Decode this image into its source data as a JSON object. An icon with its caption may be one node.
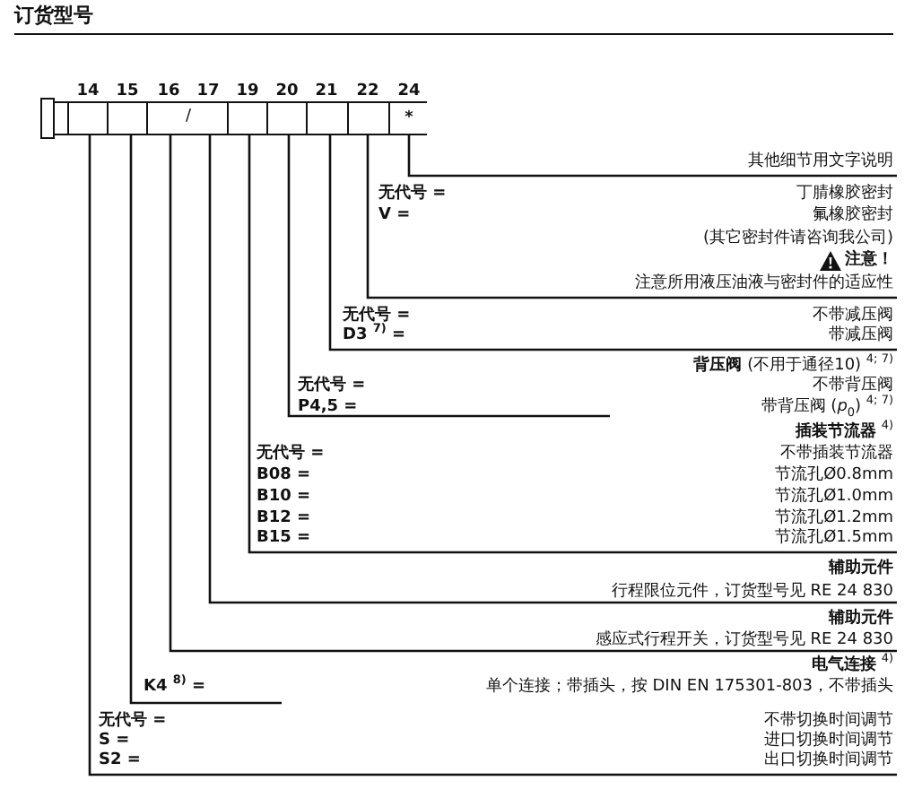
{
  "diagram": {
    "title": "订货型号",
    "labels": [
      "14",
      "15",
      "16",
      "17",
      "19",
      "20",
      "21",
      "22",
      "24",
      "/",
      "*",
      "其他细节用文字说明",
      "无代号 =",
      "丁腈橡胶密封",
      "V =",
      "氟橡胶密封",
      "(其它密封件请咨询我公司)",
      "注意！",
      "注意所用液压油液与密封件的适应性",
      "无代号 =",
      "不带减压阀",
      "D3 $^{7)}$ =",
      "带减压阀",
      "**背压阀** (不用于通径10) $^{4; 7)}$",
      "无代号 =",
      "不带背压阀",
      "P4,5 =",
      "带背压阀 (*p*$_{0}$) $^{4; 7)}$",
      "**插装节流器** $^{4)}$",
      "无代号 =",
      "不带插装节流器",
      "B08 =",
      "节流孔Ø0.8mm",
      "B10 =",
      "节流孔Ø1.0mm",
      "B12 =",
      "节流孔Ø1.2mm",
      "B15 =",
      "节流孔Ø1.5mm",
      "辅助元件",
      "行程限位元件，订货型号见 RE 24 830",
      "辅助元件",
      "感应式行程开关，订货型号见 RE 24 830",
      "**电气连接** $^{4)}$",
      "K4 $^{8)}$ =",
      "单个连接；带插头，按 DIN EN 175301-803，不带插头",
      "无代号 =",
      "不带切换时间调节",
      "S =",
      "进口切换时间调节",
      "S2 =",
      "出口切换时间调节"
    ]
  }
}
